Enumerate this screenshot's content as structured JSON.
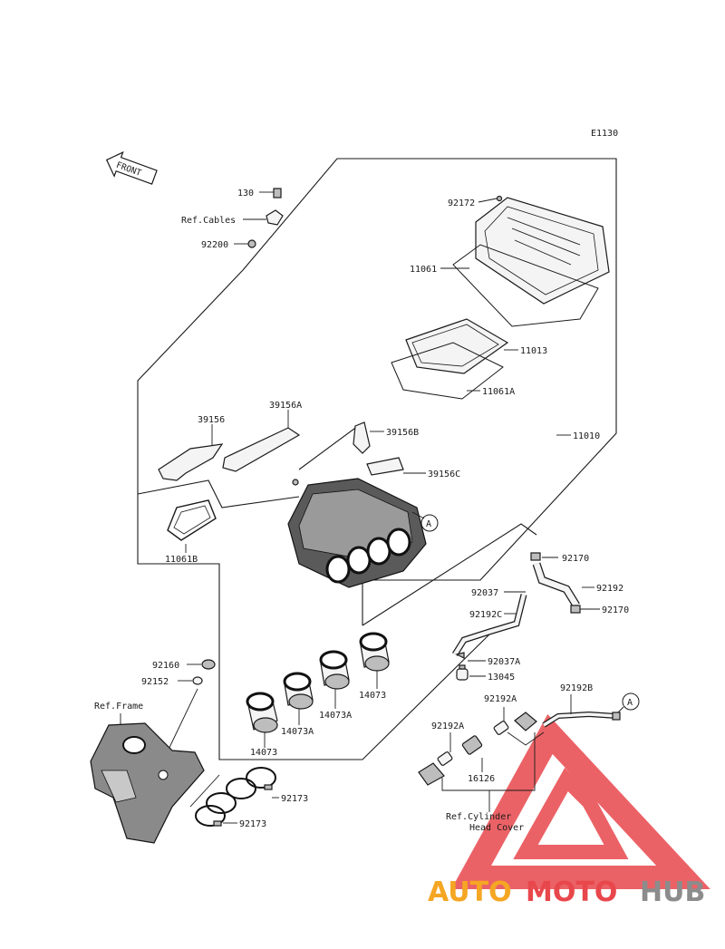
{
  "diagram_code": "E1130",
  "front_arrow": "FRONT",
  "labels": {
    "l130": "130",
    "ref_cables": "Ref.Cables",
    "l92200": "92200",
    "l92172": "92172",
    "l11061": "11061",
    "l11013": "11013",
    "l11061A": "11061A",
    "l11010": "11010",
    "l39156": "39156",
    "l39156A": "39156A",
    "l39156B": "39156B",
    "l39156C": "39156C",
    "l11061B": "11061B",
    "circleA1": "A",
    "l92170a": "92170",
    "l92037": "92037",
    "l92192": "92192",
    "l92192C": "92192C",
    "l92170b": "92170",
    "l92037A": "92037A",
    "l13045": "13045",
    "l92160": "92160",
    "l92152": "92152",
    "ref_frame": "Ref.Frame",
    "l14073a": "14073",
    "l14073Aa": "14073A",
    "l14073Ab": "14073A",
    "l14073b": "14073",
    "l92173a": "92173",
    "l92173b": "92173",
    "l92192B": "92192B",
    "circleA2": "A",
    "l92192A1": "92192A",
    "l92192A2": "92192A",
    "l16126": "16126",
    "ref_cyl_1": "Ref.Cylinder",
    "ref_cyl_2": "Head Cover"
  },
  "watermark": {
    "part1": "AUTO",
    "part2": "MOTO",
    "part3": "HUB",
    "color_orange": "#f5a623",
    "color_red": "#e8474c",
    "color_gray": "#8c8c8c"
  }
}
